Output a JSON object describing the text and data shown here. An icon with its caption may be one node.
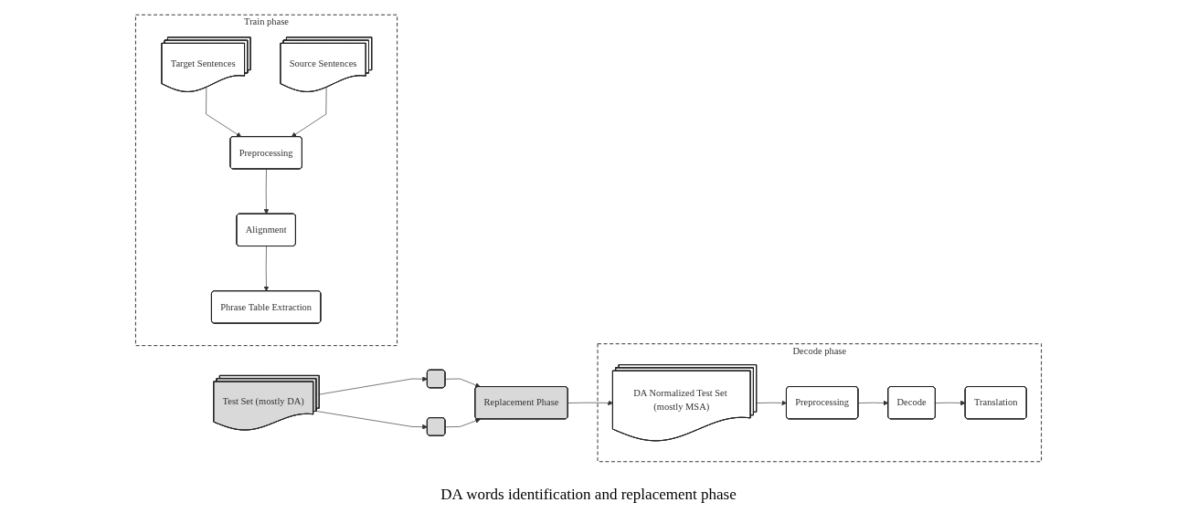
{
  "diagram": {
    "nodes": [
      {
        "text": [
          "Train phase"
        ]
      },
      {
        "text": [
          "Target Sentences"
        ],
        "in": 0
      },
      {
        "text": [
          "Source Sentences"
        ],
        "in": 0
      },
      {
        "text": [
          "Preprocessing"
        ],
        "in": 0
      },
      {
        "text": [
          "Alignment"
        ],
        "in": 0
      },
      {
        "text": [
          "Phrase Table Extraction"
        ],
        "in": 0
      },
      {
        "text": [
          "Test Set (mostly DA)"
        ]
      },
      {
        "text": [],
        "shape": "box"
      },
      {
        "text": [],
        "shape": "box"
      },
      {
        "text": [
          "Replacement Phase"
        ]
      },
      {
        "text": [
          "Decode phase"
        ]
      },
      {
        "text": [
          "DA Normalized Test Set (mostly MSA)"
        ],
        "in": 10
      },
      {
        "text": [
          "Preprocessing"
        ],
        "in": 10
      },
      {
        "text": [
          "Decode"
        ],
        "in": 10
      },
      {
        "text": [
          "Translation"
        ],
        "in": 10
      }
    ],
    "edges": [
      {
        "from": 1,
        "to": 3,
        "arrow": "to"
      },
      {
        "from": 2,
        "to": 3,
        "arrow": "to"
      },
      {
        "from": 3,
        "to": 4,
        "arrow": "to"
      },
      {
        "from": 4,
        "to": 5,
        "arrow": "to"
      },
      {
        "from": 6,
        "to": 7,
        "arrow": "to"
      },
      {
        "from": 6,
        "to": 8,
        "arrow": "to"
      },
      {
        "from": 7,
        "to": 9,
        "arrow": "to"
      },
      {
        "from": 8,
        "to": 9,
        "arrow": "to"
      },
      {
        "from": 9,
        "to": 11,
        "arrow": "to"
      },
      {
        "from": 11,
        "to": 12,
        "arrow": "to"
      },
      {
        "from": 12,
        "to": 13,
        "arrow": "to"
      },
      {
        "from": 13,
        "to": 14,
        "arrow": "to"
      }
    ],
    "labels": [
      "DA words identification and replacement phase"
    ]
  }
}
